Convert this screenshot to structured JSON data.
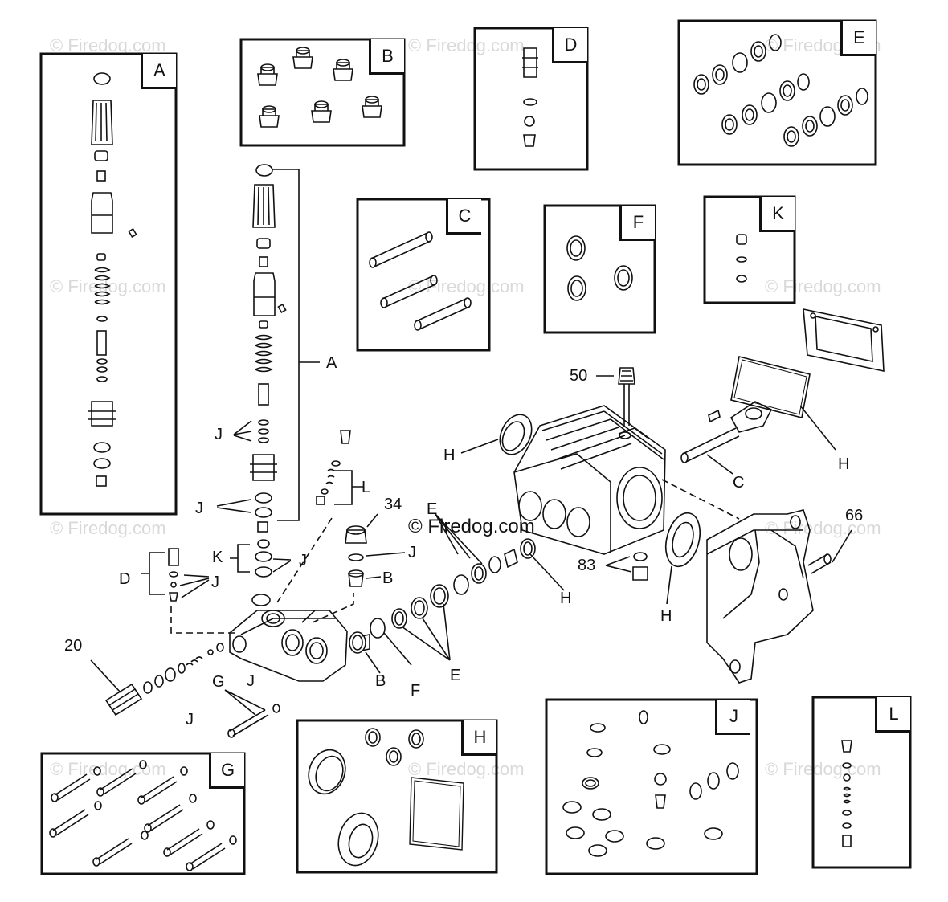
{
  "watermark": "© Firedog.com",
  "copyright": "© Firedog.com",
  "kits": {
    "A": "A",
    "B": "B",
    "C": "C",
    "D": "D",
    "E": "E",
    "F": "F",
    "G": "G",
    "H": "H",
    "J": "J",
    "K": "K",
    "L": "L"
  },
  "callouts": {
    "n50": "50",
    "n34": "34",
    "n20": "20",
    "n66": "66",
    "n83": "83",
    "A": "A",
    "C": "C",
    "D": "D",
    "E": "E",
    "F": "F",
    "G": "G",
    "H": "H",
    "J": "J",
    "K": "K",
    "L": "L",
    "B": "B"
  }
}
